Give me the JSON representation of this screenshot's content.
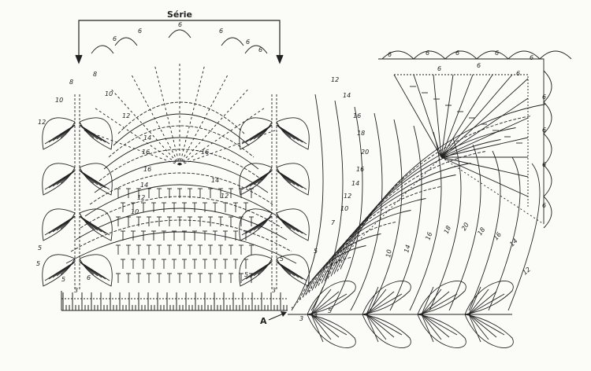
{
  "header": {
    "serie_label": "Série"
  },
  "start_marker": {
    "label": "A"
  },
  "ink_color": "#222222",
  "paper_color": "#fbfbf8",
  "left_panel": {
    "row_counts": [
      {
        "id": "lr1",
        "value": "8"
      },
      {
        "id": "lr2",
        "value": "8"
      },
      {
        "id": "lr3",
        "value": "10"
      },
      {
        "id": "lr4",
        "value": "10"
      },
      {
        "id": "lr5",
        "value": "12"
      },
      {
        "id": "lr6",
        "value": "12"
      },
      {
        "id": "lr7",
        "value": "14"
      },
      {
        "id": "lr8",
        "value": "16"
      },
      {
        "id": "lr9",
        "value": "16"
      },
      {
        "id": "lr10",
        "value": "16"
      },
      {
        "id": "lr11",
        "value": "14"
      },
      {
        "id": "lr12",
        "value": "14"
      },
      {
        "id": "lr13",
        "value": "12"
      },
      {
        "id": "lr14",
        "value": "12"
      },
      {
        "id": "lr15",
        "value": "10"
      },
      {
        "id": "lr16",
        "value": "5"
      },
      {
        "id": "lr17",
        "value": "5"
      },
      {
        "id": "lr18",
        "value": "5"
      },
      {
        "id": "lr19",
        "value": "5"
      },
      {
        "id": "lr20",
        "value": "3"
      },
      {
        "id": "lr21",
        "value": "3"
      },
      {
        "id": "lr22",
        "value": "6"
      },
      {
        "id": "lr23",
        "value": "5"
      }
    ],
    "arc_counts": [
      "6",
      "6",
      "6",
      "6",
      "6",
      "6"
    ]
  },
  "right_panel": {
    "row_counts": [
      "12",
      "14",
      "16",
      "18",
      "20",
      "16",
      "14",
      "12",
      "10",
      "7",
      "5"
    ],
    "fan_counts": [
      "10",
      "14",
      "16",
      "18",
      "20",
      "18",
      "16",
      "14",
      "12"
    ],
    "arc_counts": [
      "6",
      "6",
      "6",
      "6",
      "6",
      "6",
      "6",
      "6",
      "6",
      "6",
      "6",
      "6"
    ]
  },
  "bottom_right": {
    "counts": [
      "3",
      "3",
      "5"
    ]
  }
}
